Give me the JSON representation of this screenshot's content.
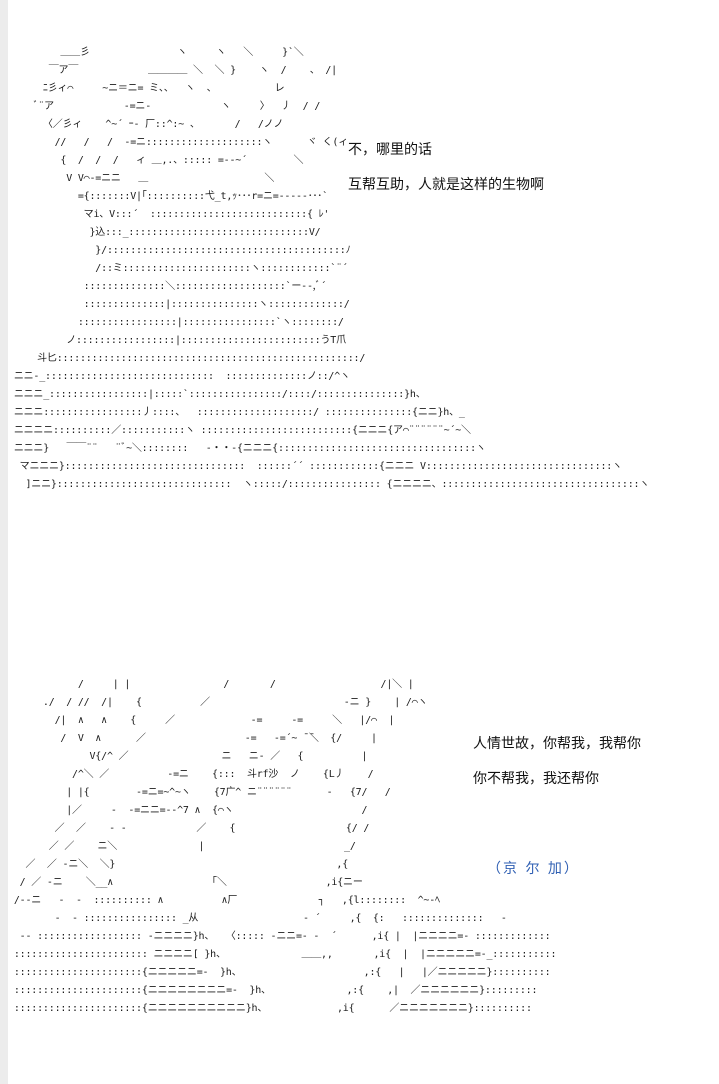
{
  "colors": {
    "background": "#ffffff",
    "outer_background": "#ececec",
    "text": "#111111",
    "speaker": "#2f5fb3"
  },
  "panel1": {
    "art": "         ＿＿彡               ヽ     ヽ   ＼     }`＼\n       ￣ア￣            ＿＿＿＿ ＼  ＼ }    ヽ  /    、 /|\n      ﾆ彡ィ⌒     ~ニ＝ニ= ミ、、  ヽ  、          レ\n     ﾞ¨ア            -=ニ-            ヽ     〉  丿  / /\n      〈／彡ィ    ^~´ ｰ- 厂::^:~ 、      /   /ノノ\n        //   /   /  -=ニ::::::::::::::::::::ヽ      ヾ く(ィ\n         {  /  /  /   ィ ＿,.、::::: =--~´        ＼\n          V V⌒-=ニニ   ＿                    ＼\n            ={:::::::V|｢::::::::::弋_t,ｯ･･･r=ニ=-----･･･`\n             マi、V:::´  :::::::::::::::::::::::::::{ ﾚ'\n              }込:::_:::::::::::::::::::::::::::::::V/\n               }/:::::::::::::::::::::::::::::::::::::::::ﾉ\n               /::ミ::::::::::::::::::::::ヽ::::::::::::`¨´\n             ::::::::::::::＼:::::::::::::::::::`ー--,ﾞ´\n             ::::::::::::::|:::::::::::::::ヽ:::::::::::::/\n            :::::::::::::::::|::::::::::::::::`ヽ::::::::/\n          ノ:::::::::::::::::|::::::::::::::::::::::::うT爪\n     斗匕::::::::::::::::::::::::::::::::::::::::::::::::::::/\n ニニ-_:::::::::::::::::::::::::::::  ::::::::::::::ノ::/^ヽ\n ニニニ_:::::::::::::::::|:::::`::::::::::::::::/::::/:::::::::::::::}h、\n ニニニ:::::::::::::::::丿::::、  ::::::::::::::::::::/ :::::::::::::::{ニニ}h、_\n ニニニニ::::::::::／:::::::::::ヽ ::::::::::::::::::::::::::{ニニニ{ア⌒¨¨¨¨¨¨~´~＼\n ニニニ}   ￣￣¨¨   ¨ﾞ~＼::::::::   -・・-{ニニニ{::::::::::::::::::::::::::::::::::ヽ\n  マニニニ}:::::::::::::::::::::::::::::::  ::::::´´ ::::::::::::{ニニニ V::::::::::::::::::::::::::::::::ヽ\n   ]ニニ}::::::::::::::::::::::::::::::  ヽ:::::/:::::::::::::::: {ニニニニ、::::::::::::::::::::::::::::::::::ヽ",
    "dialogue": [
      "不，哪里的话",
      "互帮互助，人就是这样的生物啊"
    ]
  },
  "panel2": {
    "art": "            /     | |                /       /                  /|＼ |\n      ./  / //  /|    {          ／                       -ニ }    | /⌒ヽ\n        /|  ∧   ∧    {     ／             -=     -=     ＼   |/⌒  |\n         /  V  ∧      ／                 -=   -=´~ ̄ ̄＼  {/     |\n              V{/^ ／                ニ   ニ- ／   {          |\n           /^＼ ／          -=ニ    {:::  斗rf沙  ノ    {L丿    /\n          | |{        -=ニ=~^~ヽ    {7广^ ニ¨¨¨¨¨¨      -   {7/   /\n          |／     -  -=ニニ=--^7 ∧  {⌒ヽ                      /\n        ／  ／    - -            ／    {                   {/ /\n       ／ ／    ニ＼              |                        _/\n   ／  ／ -ニ＼  ＼}                                      ,{\n  / ／ -ニ    ＼__∧                 ｢＼                 ,i{ニー\n /--ニ   -  -  :::::::::: ∧          ∧厂              ┐   ,{l::::::::  ^~-ﾍ\n        -  - :::::::::::::::: _从                  - ´     ,{  {:   ::::::::::::::   -\n  -- :::::::::::::::::: -ニニニニ}h、  〈::::: -ニニ=- -  ´      ,i{ |  |ニニニニ=- :::::::::::::\n ::::::::::::::::::::::: ニニニニ[ }h、             ＿＿,,       ,i{  |  |ニニニニニ=-_:::::::::::\n ::::::::::::::::::::::{ニニニニニ=-  }h、                     ,:{   |   |／ニニニニニ}::::::::::\n ::::::::::::::::::::::{ニニニニニニニニ=-  }h、             ,:{    ,|  ／ニニニニニニ}:::::::::\n ::::::::::::::::::::::{ニニニニニニニニニニ}h、            ,i{      ／ニニニニニニニ}::::::::::",
    "dialogue": [
      "人情世故，你帮我，我帮你",
      "你不帮我，我还帮你"
    ],
    "speaker": "（京 尔 加）"
  }
}
